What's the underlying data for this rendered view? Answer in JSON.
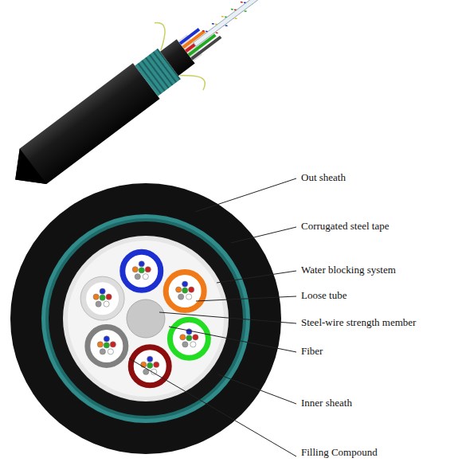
{
  "diagram": {
    "labels": [
      "Out sheath",
      "Corrugated steel tape",
      "Water blocking system",
      "Loose tube",
      "Steel-wire strength member",
      "Fiber",
      "Inner sheath",
      "Filling Compound"
    ]
  }
}
